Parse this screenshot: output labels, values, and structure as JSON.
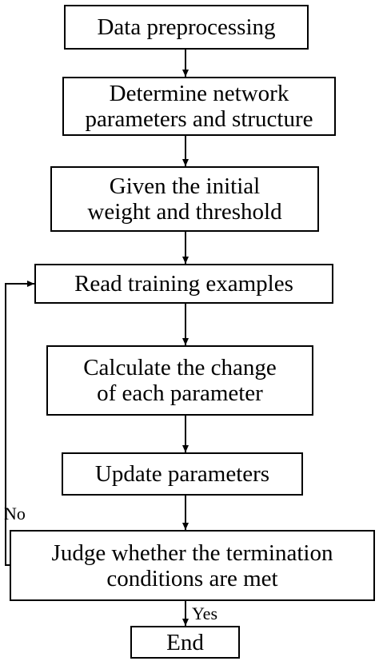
{
  "steps": {
    "data_preprocessing": "Data preprocessing",
    "determine_network": [
      "Determine network",
      "parameters and structure"
    ],
    "initial_weight": [
      "Given the initial",
      "weight and threshold"
    ],
    "read_training": "Read training examples",
    "calculate_change": [
      "Calculate the change",
      "of each parameter"
    ],
    "update_parameters": "Update parameters",
    "judge_termination": [
      "Judge whether the termination",
      "conditions are met"
    ],
    "end": "End"
  },
  "edge_labels": {
    "no": "No",
    "yes": "Yes"
  }
}
